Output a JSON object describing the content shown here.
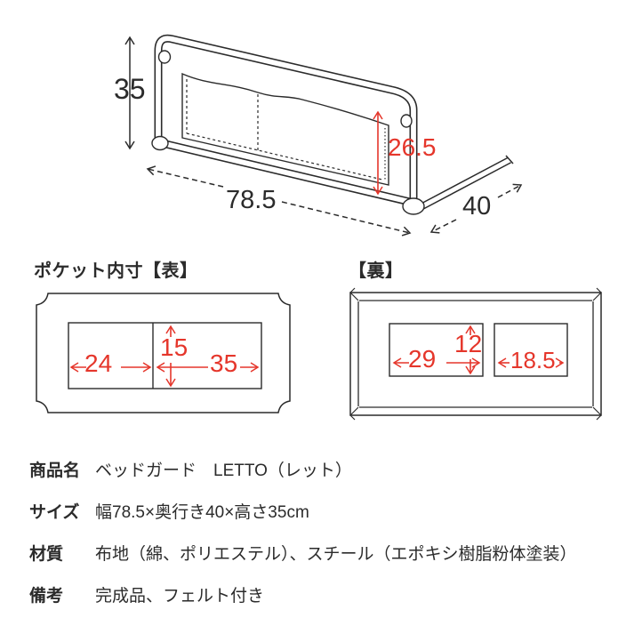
{
  "colors": {
    "line": "#2b2b2b",
    "dimension_red": "#e5362b",
    "background": "#ffffff"
  },
  "main_drawing": {
    "height": "35",
    "width": "78.5",
    "depth": "40",
    "pocket_depth": "26.5"
  },
  "pocket_front": {
    "title": "ポケット内寸【表】",
    "left_pocket_width": "24",
    "pocket_height": "15",
    "right_pocket_width": "35"
  },
  "pocket_back": {
    "title": "【裏】",
    "left_pocket_width": "29",
    "pocket_height": "12",
    "right_pocket_width": "18.5"
  },
  "specs": {
    "rows": [
      {
        "label": "商品名",
        "value": "ベッドガード　LETTO（レット）"
      },
      {
        "label": "サイズ",
        "value": "幅78.5×奥行き40×高さ35cm"
      },
      {
        "label": "材質",
        "value": "布地（綿、ポリエステル）、スチール（エポキシ樹脂粉体塗装）"
      },
      {
        "label": "備考",
        "value": "完成品、フェルト付き"
      }
    ]
  }
}
